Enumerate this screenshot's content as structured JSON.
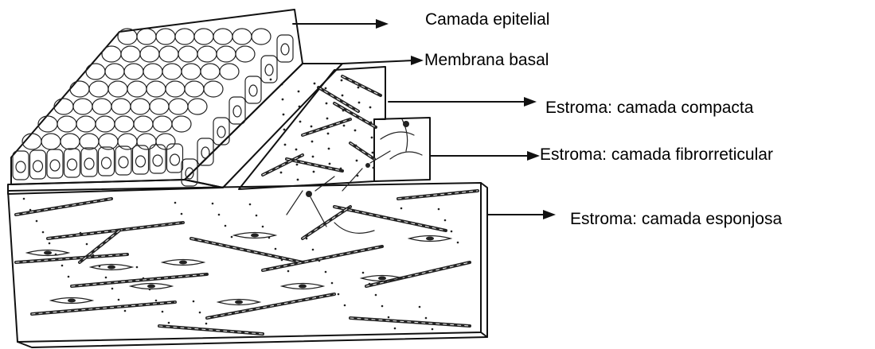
{
  "labels": {
    "epithelial": "Camada epitelial",
    "basal_membrane": "Membrana basal",
    "compact": "Estroma: camada compacta",
    "fibroreticular": "Estroma: camada fibrorreticular",
    "spongy": "Estroma: camada esponjosa"
  }
}
